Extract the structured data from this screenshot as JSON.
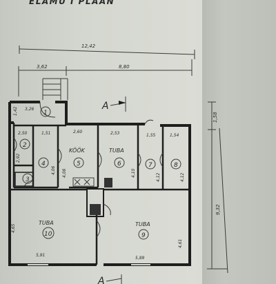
{
  "header": {
    "title": "ELAMU  I  PLAAN"
  },
  "dimensions_top": {
    "overall": "12,42",
    "left": "3,62",
    "right": "8,80"
  },
  "dimensions_right": {
    "upper": "1,58",
    "overall": "9,32"
  },
  "section_markers": {
    "top": "A",
    "bottom": "A"
  },
  "rooms": [
    {
      "number": "1",
      "name": ""
    },
    {
      "number": "2",
      "name": ""
    },
    {
      "number": "3",
      "name": ""
    },
    {
      "number": "4",
      "name": ""
    },
    {
      "number": "5",
      "name": "KÖÖK"
    },
    {
      "number": "6",
      "name": "TUBA"
    },
    {
      "number": "7",
      "name": ""
    },
    {
      "number": "8",
      "name": ""
    },
    {
      "number": "9",
      "name": "TUBA"
    },
    {
      "number": "10",
      "name": "TUBA"
    }
  ],
  "room_dims": {
    "d_142": "1,42",
    "d_326": "3,26",
    "d_250": "2,50",
    "d_151": "1,51",
    "d_260": "2,60",
    "d_253": "2,53",
    "d_155": "1,55",
    "d_154": "1,54",
    "d_292": "2,92",
    "d_406": "4,06",
    "d_408": "4,08",
    "d_410": "4,10",
    "d_412a": "4,12",
    "d_412b": "4,12",
    "d_465": "4,65",
    "d_461": "4,61",
    "d_591": "5,91",
    "d_589": "5,89"
  },
  "colors": {
    "ink": "#1e1e1e",
    "paper": "#d6d9d1"
  }
}
